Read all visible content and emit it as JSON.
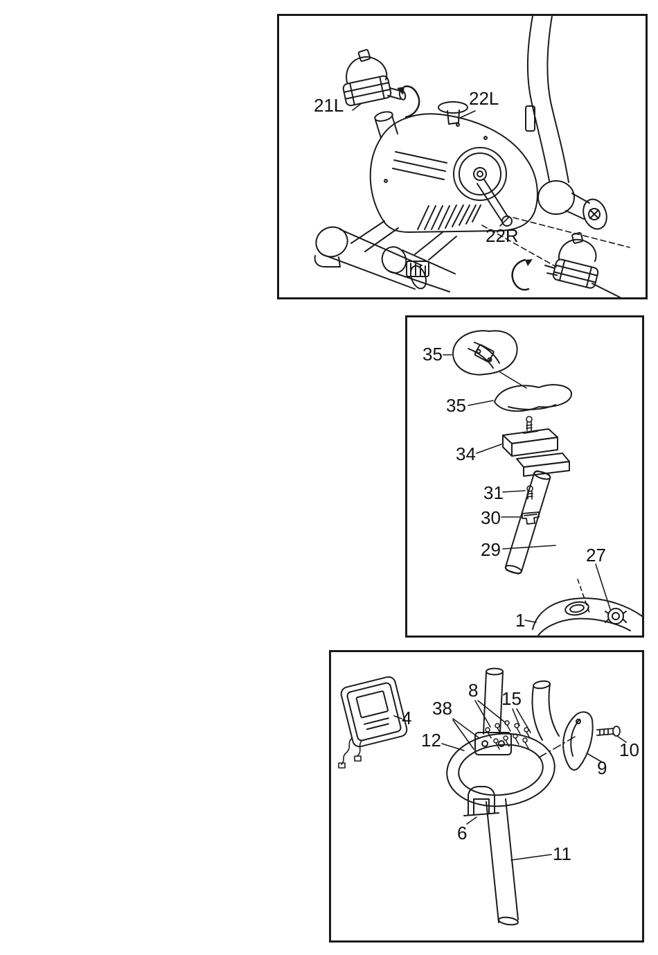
{
  "page": {
    "background": "#ffffff",
    "ink": "#1a1a1a"
  },
  "figures": [
    {
      "name": "pedal-installation",
      "labels": [
        {
          "text": "21L"
        },
        {
          "text": "22L"
        },
        {
          "text": "22R"
        }
      ]
    },
    {
      "name": "seat-post-assembly",
      "labels": [
        {
          "text": "35"
        },
        {
          "text": "35"
        },
        {
          "text": "34"
        },
        {
          "text": "31"
        },
        {
          "text": "30"
        },
        {
          "text": "29"
        },
        {
          "text": "27"
        },
        {
          "text": "1"
        }
      ]
    },
    {
      "name": "handlebar-console-assembly",
      "labels": [
        {
          "text": "4"
        },
        {
          "text": "8"
        },
        {
          "text": "38"
        },
        {
          "text": "15"
        },
        {
          "text": "12"
        },
        {
          "text": "10"
        },
        {
          "text": "9"
        },
        {
          "text": "6"
        },
        {
          "text": "11"
        }
      ]
    }
  ]
}
